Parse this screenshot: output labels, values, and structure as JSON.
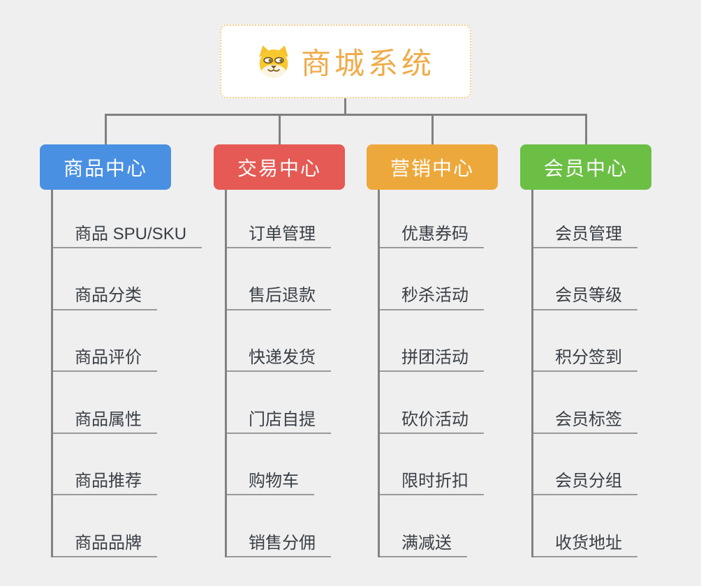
{
  "root": {
    "title": "商城系统",
    "icon": "doge-face-icon",
    "title_color": "#F0AC4B",
    "border_color": "#F8CD8C"
  },
  "connector_color": "#808080",
  "background_color": "#EFEFEF",
  "branches": [
    {
      "label": "商品中心",
      "color": "#4A90E2",
      "items": [
        "商品 SPU/SKU",
        "商品分类",
        "商品评价",
        "商品属性",
        "商品推荐",
        "商品品牌"
      ]
    },
    {
      "label": "交易中心",
      "color": "#E55A54",
      "items": [
        "订单管理",
        "售后退款",
        "快递发货",
        "门店自提",
        "购物车",
        "销售分佣"
      ]
    },
    {
      "label": "营销中心",
      "color": "#EDA83C",
      "items": [
        "优惠券码",
        "秒杀活动",
        "拼团活动",
        "砍价活动",
        "限时折扣",
        "满减送"
      ]
    },
    {
      "label": "会员中心",
      "color": "#6CBF45",
      "items": [
        "会员管理",
        "会员等级",
        "积分签到",
        "会员标签",
        "会员分组",
        "收货地址"
      ]
    }
  ]
}
